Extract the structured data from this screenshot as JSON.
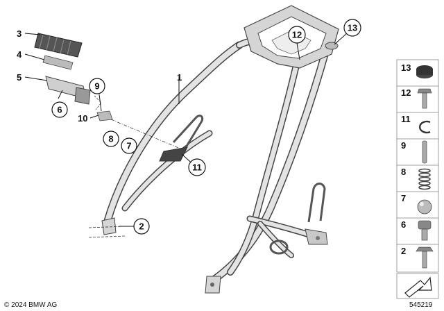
{
  "diagram": {
    "callouts": {
      "c1": "1",
      "c2": "2",
      "c3": "3",
      "c4": "4",
      "c5": "5",
      "c6": "6",
      "c7": "7",
      "c8": "8",
      "c9": "9",
      "c10": "10",
      "c11": "11",
      "c12": "12",
      "c13": "13"
    },
    "legend": [
      {
        "number": "13",
        "icon": "plug-cap-icon"
      },
      {
        "number": "12",
        "icon": "hex-bolt-icon"
      },
      {
        "number": "11",
        "icon": "circlip-icon"
      },
      {
        "number": "9",
        "icon": "pin-icon"
      },
      {
        "number": "8",
        "icon": "spring-icon"
      },
      {
        "number": "7",
        "icon": "ball-icon"
      },
      {
        "number": "6",
        "icon": "collar-bolt-icon"
      },
      {
        "number": "2",
        "icon": "flange-bolt-icon"
      }
    ],
    "copyright": "© 2024 BMW AG",
    "diagram_id": "545219"
  }
}
